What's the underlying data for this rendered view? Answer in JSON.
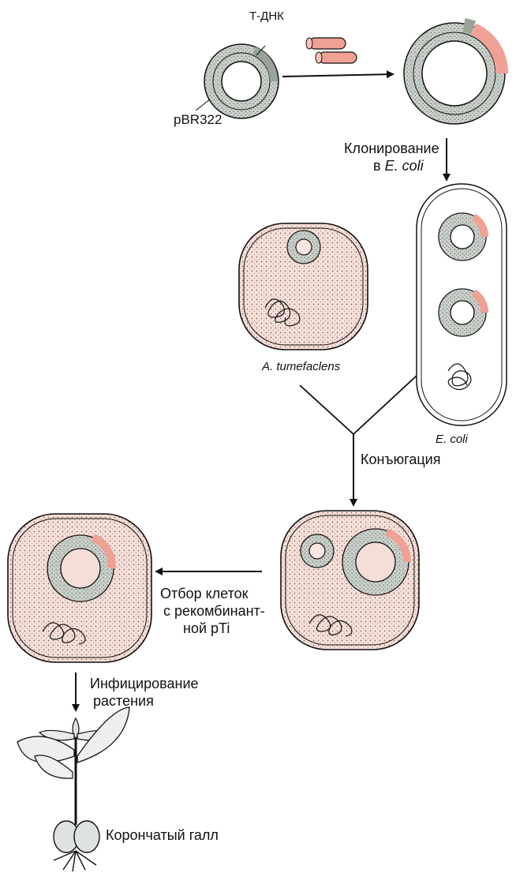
{
  "labels": {
    "t_dna": "Т-ДНК",
    "pbr322": "pBR322",
    "cloning_line1": "Клонирование",
    "cloning_line2_prefix": "в",
    "cloning_line2_species": "E. coli",
    "a_tumefaciens": "A.  tumefaclens",
    "e_coli": "E.  coli",
    "conjugation": "Конъюгация",
    "selection_line1": "Отбор клеток",
    "selection_line2": "с рекомбинант-",
    "selection_line3": "ной pTi",
    "infection_line1": "Инфицирование",
    "infection_line2": "растения",
    "crown_gall": "Корончатый  галл"
  },
  "colors": {
    "plasmid_gray": "#a9b2a9",
    "insert_pink": "#f0a195",
    "cell_fill": "#f7e6e0",
    "outline": "#111111"
  }
}
